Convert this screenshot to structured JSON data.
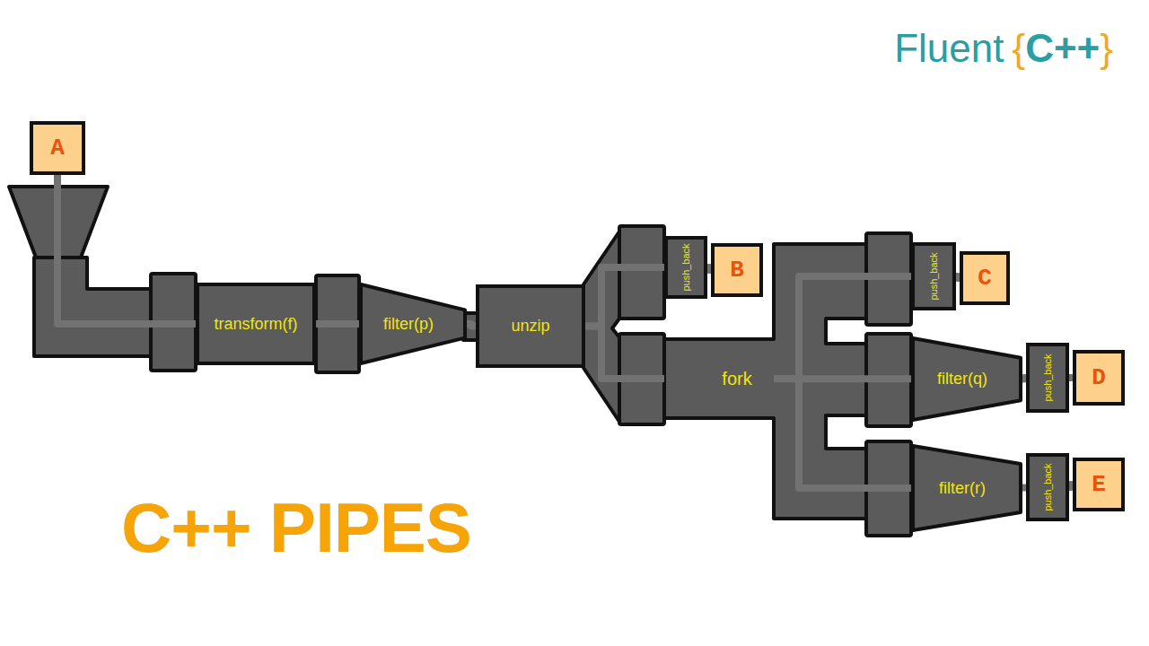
{
  "diagram": {
    "title": "C++ PIPES",
    "nodes": [
      {
        "text": [
          "A"
        ]
      },
      {
        "text": [
          "transform(f)"
        ]
      },
      {
        "text": [
          "filter(p)"
        ]
      },
      {
        "text": [
          "unzip"
        ]
      },
      {
        "text": [
          "push_back"
        ]
      },
      {
        "text": [
          "B"
        ]
      },
      {
        "text": [
          "fork"
        ]
      },
      {
        "text": [
          "push_back"
        ]
      },
      {
        "text": [
          "C"
        ]
      },
      {
        "text": [
          "filter(q)"
        ]
      },
      {
        "text": [
          "push_back"
        ]
      },
      {
        "text": [
          "D"
        ]
      },
      {
        "text": [
          "filter(r)"
        ]
      },
      {
        "text": [
          "push_back"
        ]
      },
      {
        "text": [
          "E"
        ]
      }
    ],
    "edges": [
      {
        "from": 0,
        "to": 1,
        "arrow": "none"
      },
      {
        "from": 1,
        "to": 2,
        "arrow": "none"
      },
      {
        "from": 2,
        "to": 3,
        "arrow": "none"
      },
      {
        "from": 3,
        "to": 4,
        "arrow": "none"
      },
      {
        "from": 4,
        "to": 5,
        "arrow": "none"
      },
      {
        "from": 3,
        "to": 6,
        "arrow": "none"
      },
      {
        "from": 6,
        "to": 7,
        "arrow": "none"
      },
      {
        "from": 7,
        "to": 8,
        "arrow": "none"
      },
      {
        "from": 6,
        "to": 9,
        "arrow": "none"
      },
      {
        "from": 9,
        "to": 10,
        "arrow": "none"
      },
      {
        "from": 10,
        "to": 11,
        "arrow": "none"
      },
      {
        "from": 6,
        "to": 12,
        "arrow": "none"
      },
      {
        "from": 12,
        "to": 13,
        "arrow": "none"
      },
      {
        "from": 13,
        "to": 14,
        "arrow": "none"
      }
    ],
    "labels": [
      "Fluent",
      "{",
      "C++",
      "}"
    ]
  }
}
